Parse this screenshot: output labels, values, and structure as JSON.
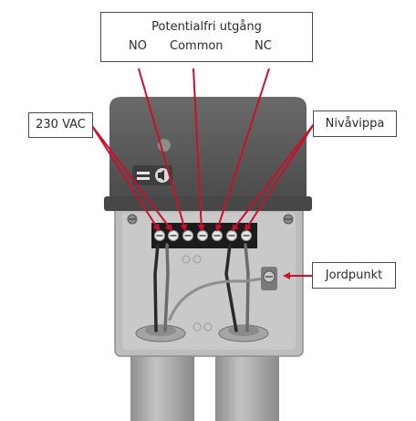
{
  "labels": {
    "potential_title": "Potentialfri utgång",
    "no": "NO",
    "common": "Common",
    "nc": "NC",
    "vac": "230 VAC",
    "niva": "Nivåvippa",
    "jord": "Jordpunkt"
  },
  "colors": {
    "arrow": "#c8102e",
    "lid": "#5a5a5a",
    "body": "#bcbcbc",
    "terminal_block": "#1c1c1c",
    "conduit": "#a8a8a8",
    "label_border": "#4a4a4a"
  },
  "icons": [
    "speaker-icon",
    "cable-gland-icon",
    "ground-screw-icon"
  ]
}
